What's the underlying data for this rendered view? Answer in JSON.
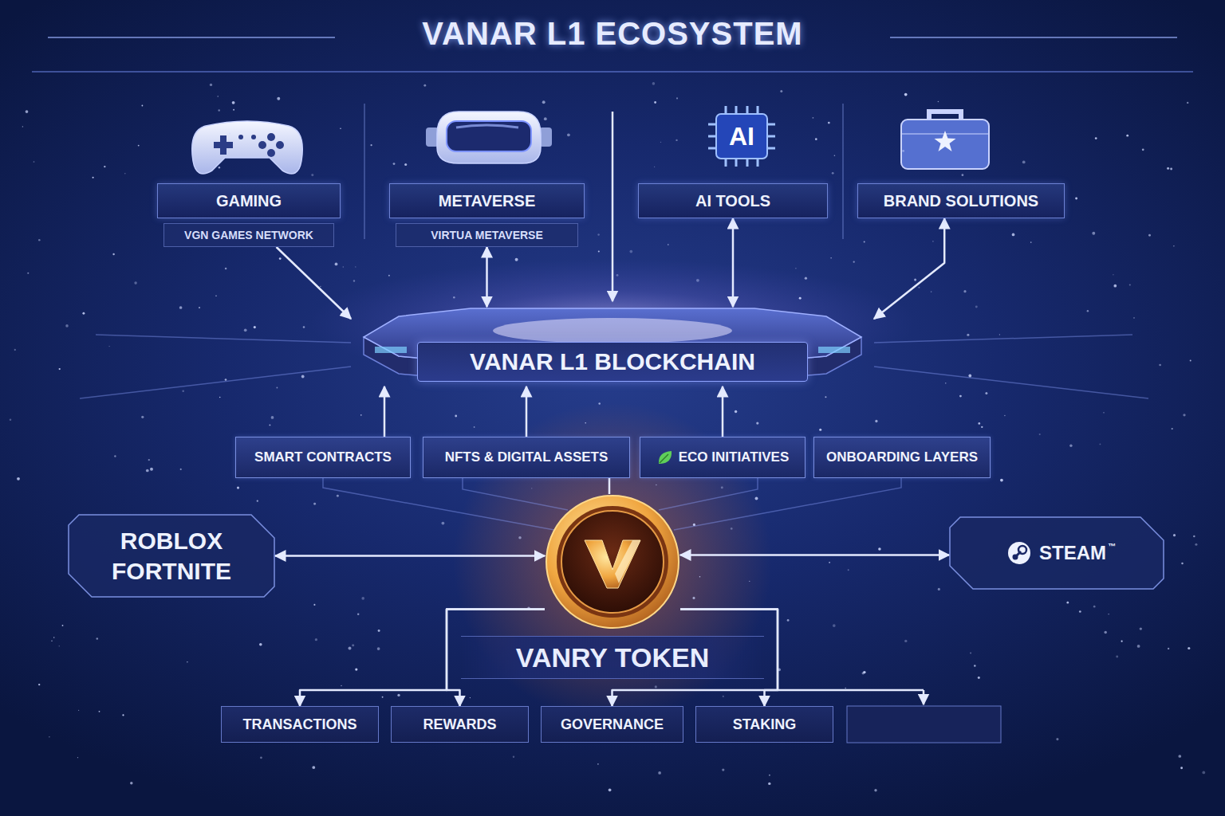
{
  "diagram": {
    "title": "VANAR L1 ECOSYSTEM",
    "nodes": [
      {
        "text": [
          "GAMING",
          "VGN GAMES NETWORK"
        ]
      },
      {
        "text": [
          "METAVERSE",
          "VIRTUA METAVERSE"
        ]
      },
      {
        "text": [
          "AI TOOLS"
        ]
      },
      {
        "text": [
          "BRAND SOLUTIONS"
        ]
      },
      {
        "text": [
          "VANAR L1 BLOCKCHAIN"
        ]
      },
      {
        "text": [
          "SMART CONTRACTS"
        ]
      },
      {
        "text": [
          "NFTS & DIGITAL ASSETS"
        ]
      },
      {
        "text": [
          "ECO INITIATIVES"
        ]
      },
      {
        "text": [
          "ONBOARDING LAYERS"
        ]
      },
      {
        "text": [
          "ROBLOX FORTNITE"
        ]
      },
      {
        "text": [
          "VANRY TOKEN"
        ]
      },
      {
        "text": [
          "STEAM"
        ]
      },
      {
        "text": [
          "TRANSACTIONS"
        ]
      },
      {
        "text": [
          "REWARDS"
        ]
      },
      {
        "text": [
          "GOVERNANCE"
        ]
      },
      {
        "text": [
          "STAKING"
        ]
      }
    ],
    "edges": [
      {
        "from": 0,
        "to": 4,
        "arrow": "to"
      },
      {
        "from": 1,
        "to": 4,
        "arrow": "both"
      },
      {
        "from": 2,
        "to": 4,
        "arrow": "both"
      },
      {
        "from": 3,
        "to": 4,
        "arrow": "both"
      },
      {
        "from": 5,
        "to": 4,
        "arrow": "to"
      },
      {
        "from": 6,
        "to": 4,
        "arrow": "to"
      },
      {
        "from": 7,
        "to": 4,
        "arrow": "to"
      },
      {
        "from": 6,
        "to": 10,
        "arrow": "none"
      },
      {
        "from": 9,
        "to": 10,
        "arrow": "both"
      },
      {
        "from": 10,
        "to": 11,
        "arrow": "both"
      },
      {
        "from": 10,
        "to": 12,
        "arrow": "to"
      },
      {
        "from": 10,
        "to": 13,
        "arrow": "to"
      },
      {
        "from": 10,
        "to": 14,
        "arrow": "to"
      },
      {
        "from": 10,
        "to": 15,
        "arrow": "to"
      }
    ],
    "labels": [
      "AI",
      "™"
    ]
  }
}
